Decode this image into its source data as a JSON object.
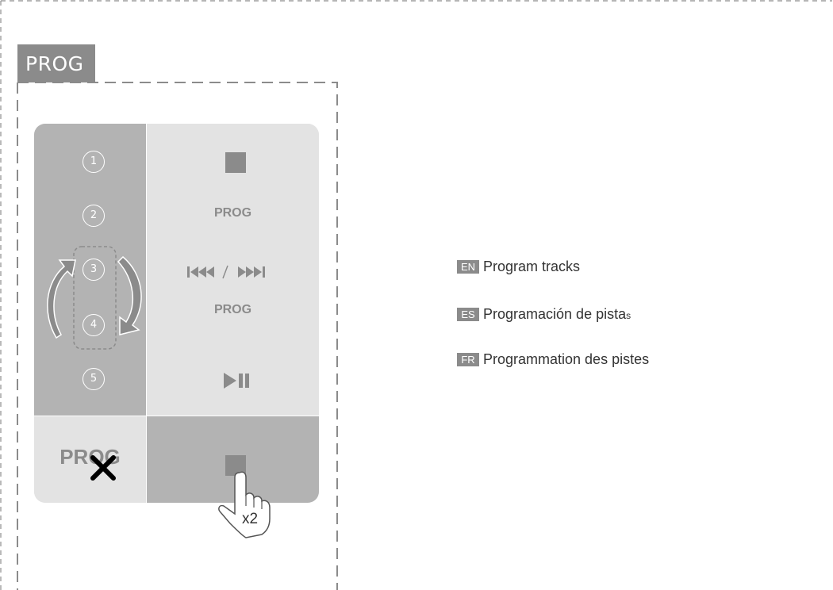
{
  "tab": {
    "label": "PROG"
  },
  "steps": {
    "numbers": [
      "1",
      "2",
      "3",
      "4",
      "5"
    ],
    "prog_label_1": "PROG",
    "skip_label": "|◀◀ / ▶▶|",
    "prog_label_2": "PROG",
    "bottom_prog": "PROG",
    "repeat": "x2"
  },
  "legend": [
    {
      "code": "EN",
      "text": "Program tracks"
    },
    {
      "code": "ES",
      "text": "Programación de pista",
      "suffix": "s"
    },
    {
      "code": "FR",
      "text": "Programmation des pistes"
    }
  ],
  "colors": {
    "dark_gray": "#8b8b8b",
    "mid_gray": "#b3b3b3",
    "light_gray": "#e3e3e3"
  }
}
